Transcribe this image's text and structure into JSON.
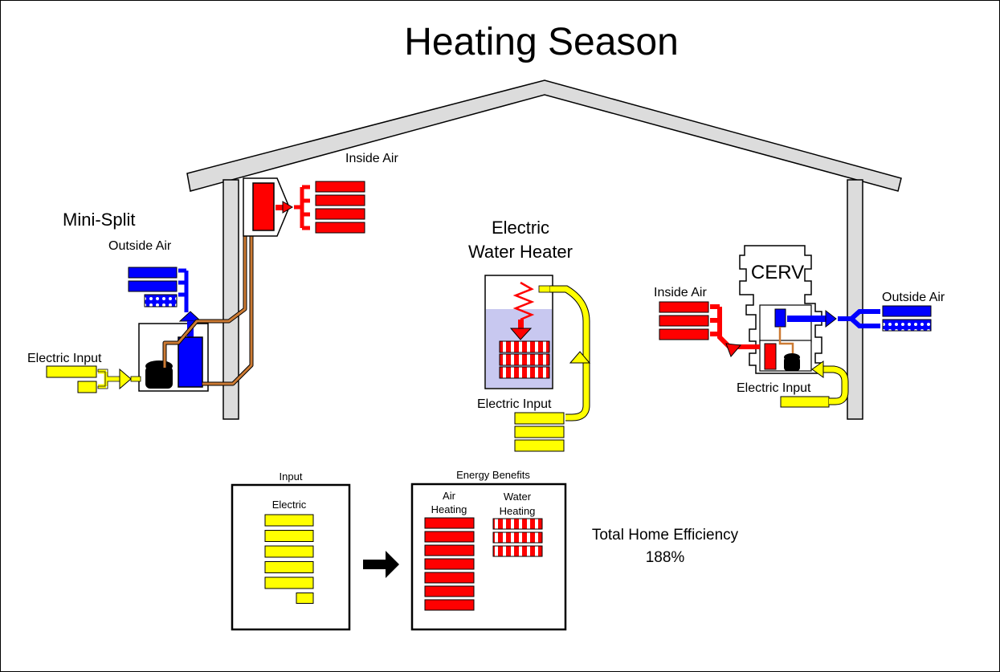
{
  "title": "Heating Season",
  "colors": {
    "air_heat": "#ff0000",
    "outside_air": "#0000ff",
    "electric": "#ffff00",
    "refrigerant": "#cc7a33",
    "tank_water": "#c8c8f0",
    "roof": "#dcdcdc"
  },
  "labels": {
    "inside_air_top": "Inside Air",
    "mini_split": "Mini-Split",
    "outside_air_left": "Outside Air",
    "electric_input_left": "Electric Input",
    "water_heater_line1": "Electric",
    "water_heater_line2": "Water Heater",
    "electric_input_mid": "Electric Input",
    "cerv": "CERV",
    "inside_air_right": "Inside Air",
    "outside_air_right": "Outside Air",
    "electric_input_right": "Electric Input"
  },
  "summary": {
    "input_title": "Input",
    "input_electric": "Electric",
    "input_full_blocks": 5,
    "benefits_title": "Energy Benefits",
    "air_heating_line1": "Air",
    "air_heating_line2": "Heating",
    "air_heating_blocks": 7,
    "water_heating_line1": "Water",
    "water_heating_line2": "Heating",
    "water_heating_blocks": 3,
    "efficiency_label": "Total Home Efficiency",
    "efficiency_value": "188%"
  }
}
